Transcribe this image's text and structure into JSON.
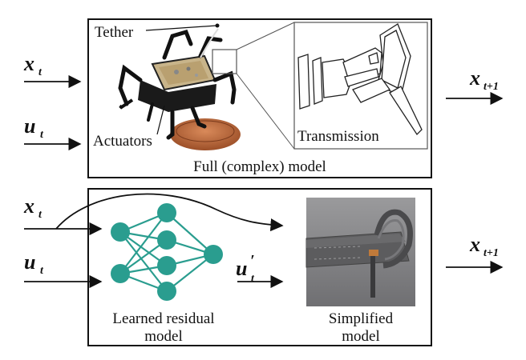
{
  "top_panel": {
    "title": "Full (complex) model",
    "tether_label": "Tether",
    "actuators_label": "Actuators",
    "transmission_label": "Transmission"
  },
  "bottom_panel": {
    "nn_label_line1": "Learned residual",
    "nn_label_line2": "model",
    "sim_label_line1": "Simplified",
    "sim_label_line2": "model"
  },
  "symbols": {
    "x": "x",
    "u": "u",
    "t": "t",
    "t_plus_1": "t+1",
    "prime": "′"
  },
  "colors": {
    "nn_node": "#2a9d8f",
    "nn_edge": "#2a9d8f",
    "render_bg": "#8a8a8a",
    "copper": "#b8643a"
  }
}
